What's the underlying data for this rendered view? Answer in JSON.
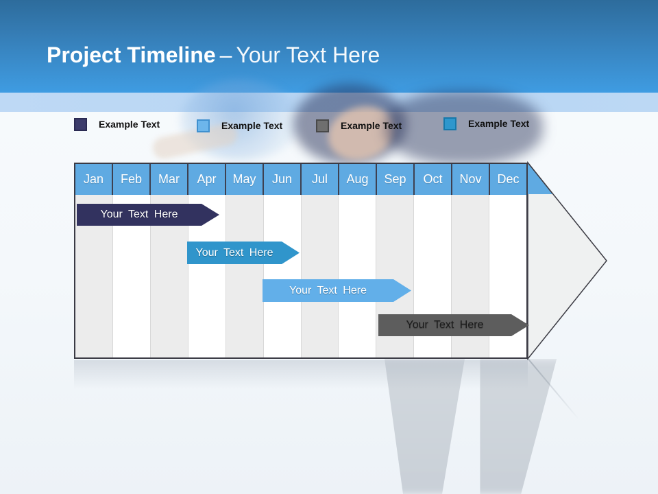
{
  "slide": {
    "title": {
      "bold": "Project Timeline",
      "dash": "–",
      "rest": "Your Text Here"
    }
  },
  "legend": {
    "items": [
      {
        "label": "Example Text",
        "color": "#3c3c6b",
        "border": "#2a2a52"
      },
      {
        "label": "Example Text",
        "color": "#6db6eb",
        "border": "#3f90cf"
      },
      {
        "label": "Example Text",
        "color": "#6f6f6f",
        "border": "#494949"
      },
      {
        "label": "Example Text",
        "color": "#2e97cd",
        "border": "#1678ab"
      }
    ]
  },
  "timeline": {
    "months": [
      "Jan",
      "Feb",
      "Mar",
      "Apr",
      "May",
      "Jun",
      "Jul",
      "Aug",
      "Sep",
      "Oct",
      "Nov",
      "Dec"
    ],
    "header_color": "#5faae2",
    "bars": [
      {
        "label": "Your Text Here",
        "color": "#32325f",
        "text_color": "#ffffff",
        "start": "Jan",
        "end": "Apr"
      },
      {
        "label": "Your Text Here",
        "color": "#3095cb",
        "text_color": "#ffffff",
        "start": "Apr",
        "end": "Jun"
      },
      {
        "label": "Your Text Here",
        "color": "#62afe9",
        "text_color": "#ffffff",
        "start": "Jun",
        "end": "Sep"
      },
      {
        "label": "Your Text Here",
        "color": "#5d5d5d",
        "text_color": "#1c1c1c",
        "start": "Sep",
        "end": "Dec"
      }
    ]
  }
}
